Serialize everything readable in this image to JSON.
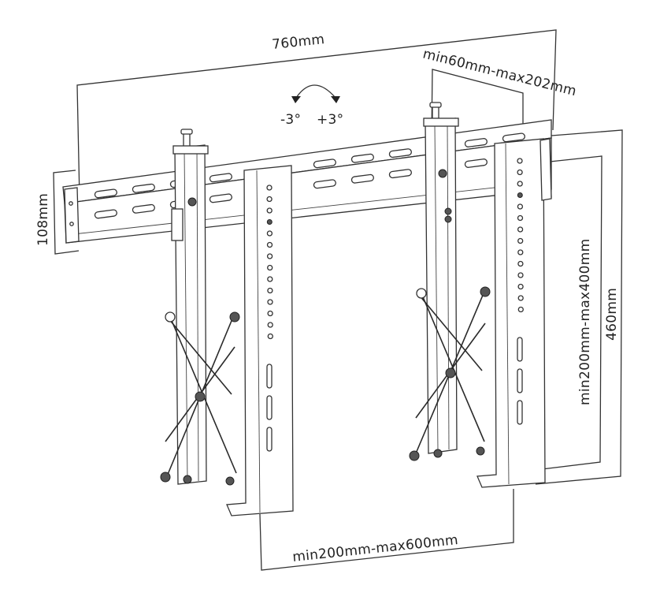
{
  "diagram": {
    "subject": "Video wall mount with pop-out scissor arms",
    "colors": {
      "line": "#333333",
      "background": "#ffffff"
    },
    "dimensions": {
      "width_total": "760mm",
      "rail_height": "108mm",
      "arm_depth_range": "min60mm-max202mm",
      "vertical_range": "min200mm-max400mm",
      "vertical_height": "460mm",
      "horizontal_range": "min200mm-max600mm"
    },
    "tilt": {
      "minus": "-3°",
      "plus": "+3°"
    }
  }
}
